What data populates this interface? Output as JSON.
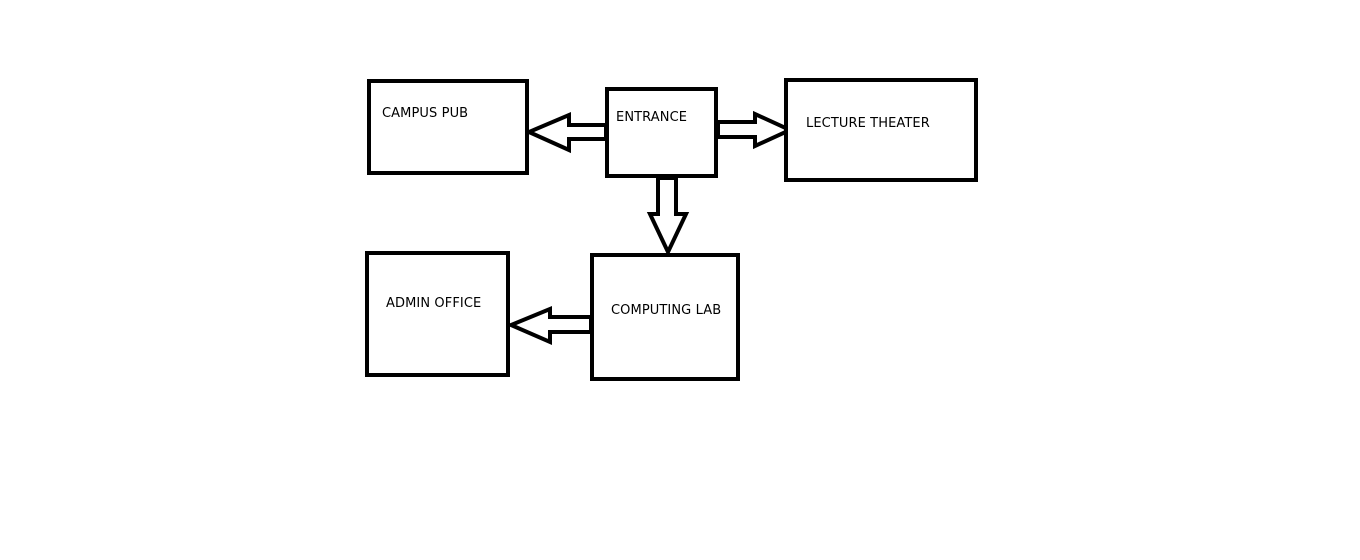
{
  "diagram": {
    "nodes": {
      "campus_pub": "CAMPUS PUB",
      "entrance": "ENTRANCE",
      "lecture_theater": "LECTURE THEATER",
      "computing_lab": "COMPUTING LAB",
      "admin_office": "ADMIN OFFICE"
    },
    "edges": [
      {
        "from": "entrance",
        "to": "campus_pub"
      },
      {
        "from": "entrance",
        "to": "lecture_theater"
      },
      {
        "from": "entrance",
        "to": "computing_lab"
      },
      {
        "from": "computing_lab",
        "to": "admin_office"
      }
    ],
    "colors": {
      "stroke": "#000000",
      "fill": "#ffffff"
    }
  }
}
